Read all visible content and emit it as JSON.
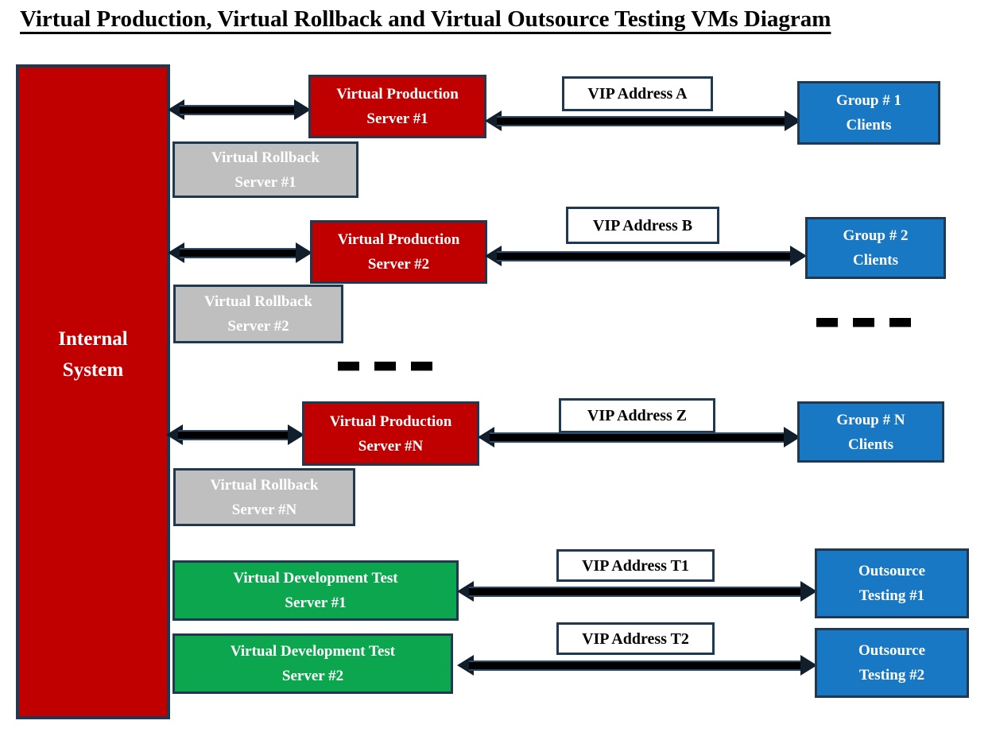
{
  "title": "Virtual Production, Virtual Rollback and Virtual Outsource Testing VMs Diagram",
  "internal_system": {
    "line1": "Internal",
    "line2": "System"
  },
  "production_rows": [
    {
      "production_line1": "Virtual Production",
      "production_line2": "Server #1",
      "rollback_line1": "Virtual Rollback",
      "rollback_line2": "Server #1",
      "vip_label": "VIP Address A",
      "client_line1": "Group # 1",
      "client_line2": "Clients"
    },
    {
      "production_line1": "Virtual Production",
      "production_line2": "Server #2",
      "rollback_line1": "Virtual Rollback",
      "rollback_line2": "Server #2",
      "vip_label": "VIP Address B",
      "client_line1": "Group # 2",
      "client_line2": "Clients"
    },
    {
      "production_line1": "Virtual Production",
      "production_line2": "Server #N",
      "rollback_line1": "Virtual Rollback",
      "rollback_line2": "Server #N",
      "vip_label": "VIP Address Z",
      "client_line1": "Group # N",
      "client_line2": "Clients"
    }
  ],
  "test_rows": [
    {
      "server_line1": "Virtual Development Test",
      "server_line2": "Server #1",
      "vip_label": "VIP Address T1",
      "client_line1": "Outsource",
      "client_line2": "Testing #1"
    },
    {
      "server_line1": "Virtual Development Test",
      "server_line2": "Server #2",
      "vip_label": "VIP Address T2",
      "client_line1": "Outsource",
      "client_line2": "Testing #2"
    }
  ],
  "colors": {
    "production_red": "#C00000",
    "rollback_gray": "#BFBFBF",
    "client_blue": "#1878C4",
    "test_green": "#0CA64F",
    "box_border_navy": "#203950",
    "arrow_black": "#000000"
  }
}
